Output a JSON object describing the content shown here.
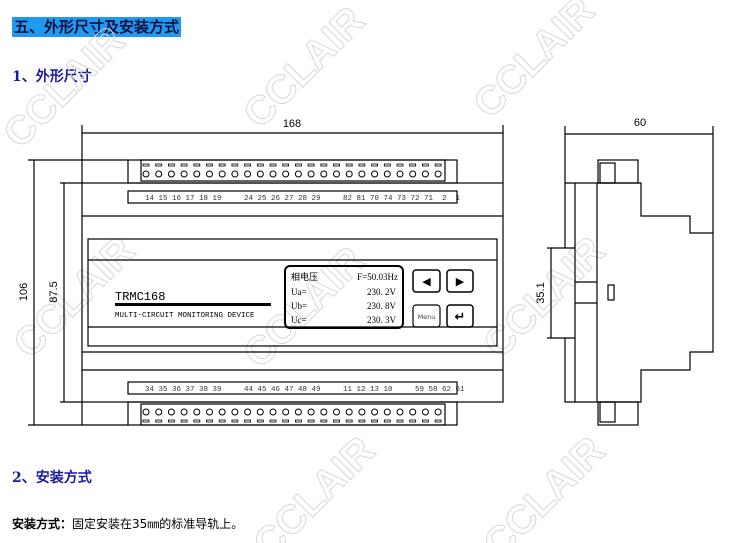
{
  "section_title": "五、外形尺寸及安装方式",
  "sub1": "1、外形尺寸",
  "sub2": "2、安装方式",
  "install_label": "安装方式：",
  "install_text": "固定安装在35㎜的标准导轨上。",
  "watermark": "CCLAIR",
  "dims": {
    "width": "168",
    "height_total": "106",
    "height_body": "87.5",
    "depth": "60",
    "rail": "35.1"
  },
  "device": {
    "model": "TRMC168",
    "subtitle": "MULTI-CIRCUIT MONITORING DEVICE",
    "lcd": {
      "title": "相电压",
      "freq": "F=50.03Hz",
      "rows": [
        {
          "label": "Ua=",
          "value": "230. 2V"
        },
        {
          "label": "Ub=",
          "value": "230. 8V"
        },
        {
          "label": "Uc=",
          "value": "230. 3V"
        }
      ]
    },
    "buttons": {
      "left": "◀",
      "right": "▶",
      "menu": "Menu",
      "enter": "↵"
    },
    "top_terminals": "14 15 16 17 18 19     24 25 26 27 28 29     82 81 70 74 73 72 71  2  1",
    "bottom_terminals": "34 35 36 37 38 39     44 45 46 47 48 49     11 12 13 10     59 58 62 61"
  },
  "colors": {
    "title_bg": "#1e9bf0",
    "heading": "#1a1aa0"
  }
}
